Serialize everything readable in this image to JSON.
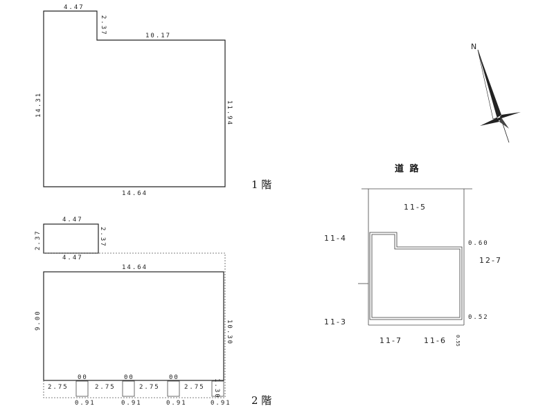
{
  "floor1": {
    "label": "1 階",
    "dims": {
      "top_notch": "4.47",
      "notch_drop": "2.37",
      "top_right": "10.17",
      "left": "14.31",
      "right": "11.94",
      "bottom": "14.64"
    }
  },
  "floor2": {
    "label": "2 階",
    "dims": {
      "upper_top": "4.47",
      "upper_left": "2.37",
      "upper_right": "2.37",
      "upper_bottom": "4.47",
      "main_top": "14.64",
      "left": "9.00",
      "right": "10.30",
      "bays": [
        "2.75",
        "2.75",
        "2.75",
        "2.75"
      ],
      "posts": [
        "0.91",
        "0.91",
        "0.91",
        "0.91"
      ],
      "post_marks": [
        "00",
        "00",
        "00"
      ],
      "right_small": "1.30"
    }
  },
  "site": {
    "road": "道 路",
    "lots": {
      "top": "11-5",
      "left": "11-4",
      "left_low": "11-3",
      "right": "12-7",
      "bottom_left": "11-7",
      "bottom_right": "11-6"
    },
    "setbacks": {
      "top_right": "0.60",
      "bottom_right": "0.52",
      "bottom": "0.55"
    }
  },
  "compass": {
    "north": "N"
  }
}
